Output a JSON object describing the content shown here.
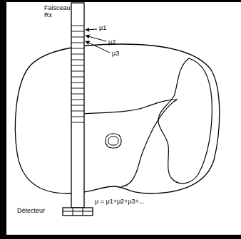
{
  "diagram": {
    "labels": [
      "Faisceau Rx",
      "μ1",
      "μ2",
      "μ3",
      "Détecteur",
      "μ = μ1+μ2+μ3+..."
    ]
  }
}
